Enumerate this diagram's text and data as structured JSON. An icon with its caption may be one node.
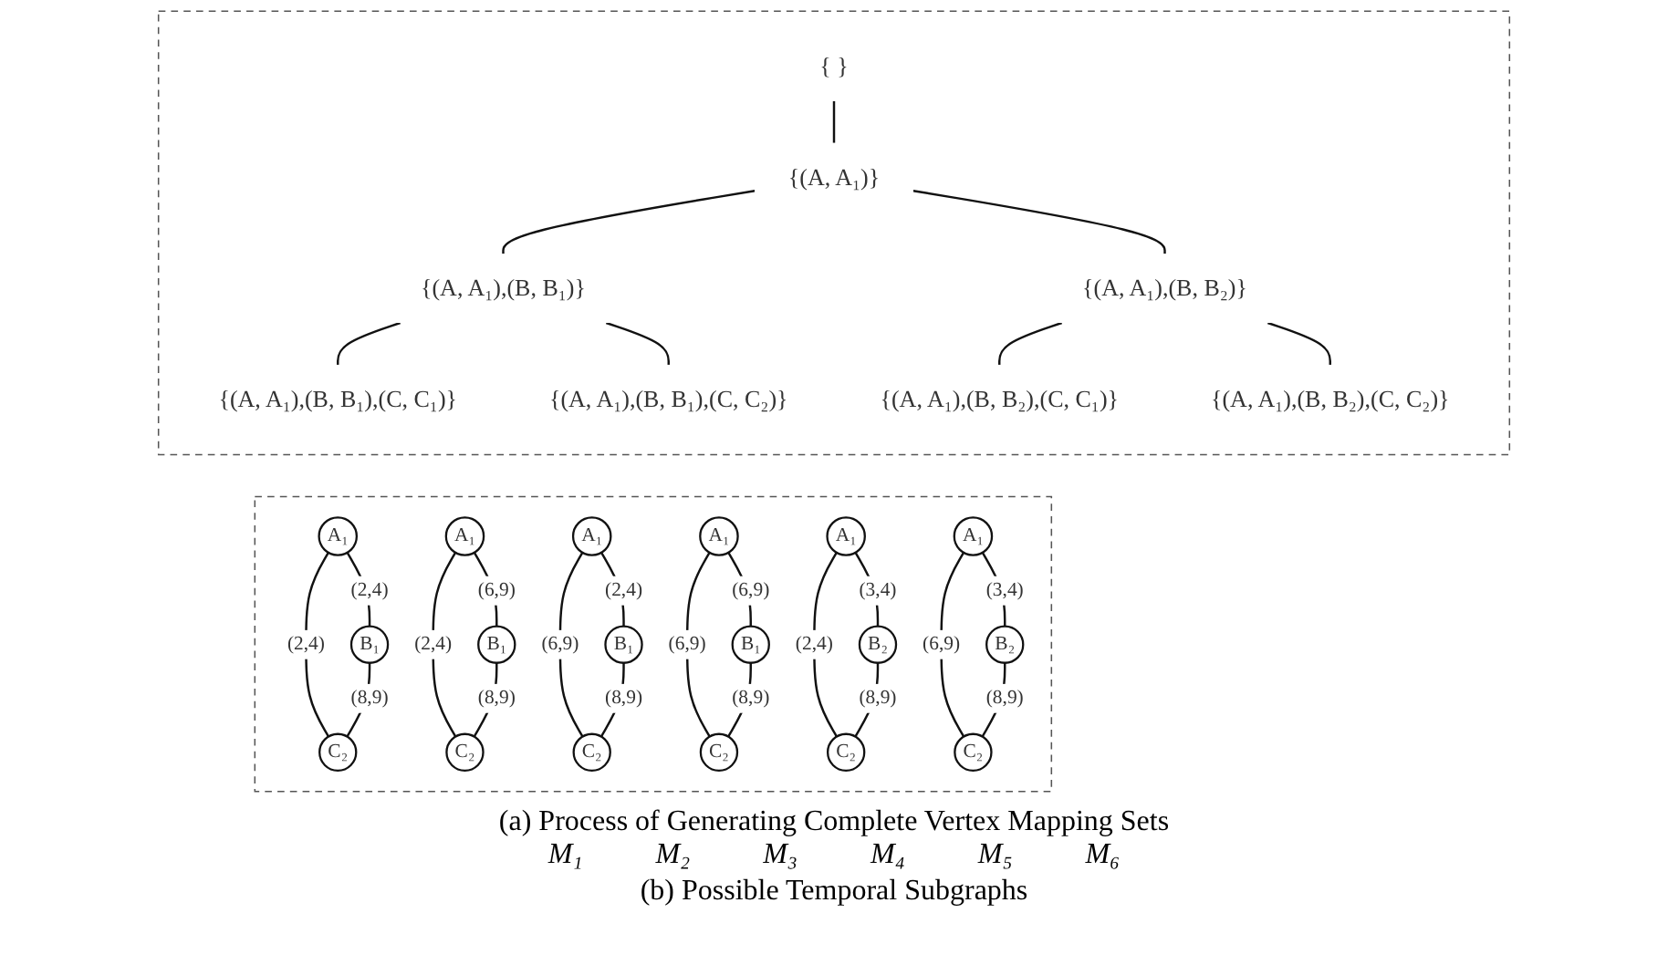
{
  "diagram": {
    "nodes": [
      {
        "text": [],
        "shape": "box"
      },
      {
        "text": [
          "{ }"
        ],
        "in": 0
      },
      {
        "text": [
          "{(A, A₁)}"
        ],
        "in": 0
      },
      {
        "text": [
          "{(A, A₁),(B, B₁)}"
        ],
        "in": 0
      },
      {
        "text": [
          "{(A, A₁),(B, B₂)}"
        ],
        "in": 0
      },
      {
        "text": [
          "{(A, A₁),(B, B₁),(C, C₁)}"
        ],
        "in": 0
      },
      {
        "text": [
          "{(A, A₁),(B, B₁),(C, C₂)}"
        ],
        "in": 0
      },
      {
        "text": [
          "{(A, A₁),(B, B₂),(C, C₁)}"
        ],
        "in": 0
      },
      {
        "text": [
          "{(A, A₁),(B, B₂),(C, C₂)}"
        ],
        "in": 0
      },
      {
        "text": [],
        "shape": "box"
      },
      {
        "text": [
          "A₁"
        ],
        "in": 9
      },
      {
        "text": [
          "B₁"
        ],
        "in": 9
      },
      {
        "text": [
          "C₂"
        ],
        "in": 9
      },
      {
        "text": [
          "A₁"
        ],
        "in": 9
      },
      {
        "text": [
          "B₁"
        ],
        "in": 9
      },
      {
        "text": [
          "C₂"
        ],
        "in": 9
      },
      {
        "text": [
          "A₁"
        ],
        "in": 9
      },
      {
        "text": [
          "B₁"
        ],
        "in": 9
      },
      {
        "text": [
          "C₂"
        ],
        "in": 9
      },
      {
        "text": [
          "A₁"
        ],
        "in": 9
      },
      {
        "text": [
          "B₁"
        ],
        "in": 9
      },
      {
        "text": [
          "C₂"
        ],
        "in": 9
      },
      {
        "text": [
          "A₁"
        ],
        "in": 9
      },
      {
        "text": [
          "B₂"
        ],
        "in": 9
      },
      {
        "text": [
          "C₂"
        ],
        "in": 9
      },
      {
        "text": [
          "A₁"
        ],
        "in": 9
      },
      {
        "text": [
          "B₂"
        ],
        "in": 9
      },
      {
        "text": [
          "C₂"
        ],
        "in": 9
      }
    ],
    "edges": [
      {
        "from": 1,
        "to": 2,
        "arrow": "none"
      },
      {
        "from": 2,
        "to": 3,
        "arrow": "none"
      },
      {
        "from": 2,
        "to": 4,
        "arrow": "none"
      },
      {
        "from": 3,
        "to": 5,
        "arrow": "none"
      },
      {
        "from": 3,
        "to": 6,
        "arrow": "none"
      },
      {
        "from": 4,
        "to": 7,
        "arrow": "none"
      },
      {
        "from": 4,
        "to": 8,
        "arrow": "none"
      },
      {
        "from": 10,
        "to": 11,
        "arrow": "none",
        "label": "(2,4)"
      },
      {
        "from": 10,
        "to": 12,
        "arrow": "none",
        "label": "(2,4)"
      },
      {
        "from": 11,
        "to": 12,
        "arrow": "none",
        "label": "(8,9)"
      },
      {
        "from": 13,
        "to": 14,
        "arrow": "none",
        "label": "(6,9)"
      },
      {
        "from": 13,
        "to": 15,
        "arrow": "none",
        "label": "(2,4)"
      },
      {
        "from": 14,
        "to": 15,
        "arrow": "none",
        "label": "(8,9)"
      },
      {
        "from": 16,
        "to": 17,
        "arrow": "none",
        "label": "(2,4)"
      },
      {
        "from": 16,
        "to": 18,
        "arrow": "none",
        "label": "(6,9)"
      },
      {
        "from": 17,
        "to": 18,
        "arrow": "none",
        "label": "(8,9)"
      },
      {
        "from": 19,
        "to": 20,
        "arrow": "none",
        "label": "(6,9)"
      },
      {
        "from": 19,
        "to": 21,
        "arrow": "none",
        "label": "(6,9)"
      },
      {
        "from": 20,
        "to": 21,
        "arrow": "none",
        "label": "(8,9)"
      },
      {
        "from": 22,
        "to": 23,
        "arrow": "none",
        "label": "(3,4)"
      },
      {
        "from": 22,
        "to": 24,
        "arrow": "none",
        "label": "(2,4)"
      },
      {
        "from": 23,
        "to": 24,
        "arrow": "none",
        "label": "(8,9)"
      },
      {
        "from": 25,
        "to": 26,
        "arrow": "none",
        "label": "(3,4)"
      },
      {
        "from": 25,
        "to": 27,
        "arrow": "none",
        "label": "(6,9)"
      },
      {
        "from": 26,
        "to": 27,
        "arrow": "none",
        "label": "(8,9)"
      }
    ],
    "labels": [
      "(a)  Process of Generating Complete Vertex Mapping Sets",
      "M₁",
      "M₂",
      "M₃",
      "M₄",
      "M₅",
      "M₆",
      "(b)  Possible Temporal Subgraphs"
    ]
  }
}
